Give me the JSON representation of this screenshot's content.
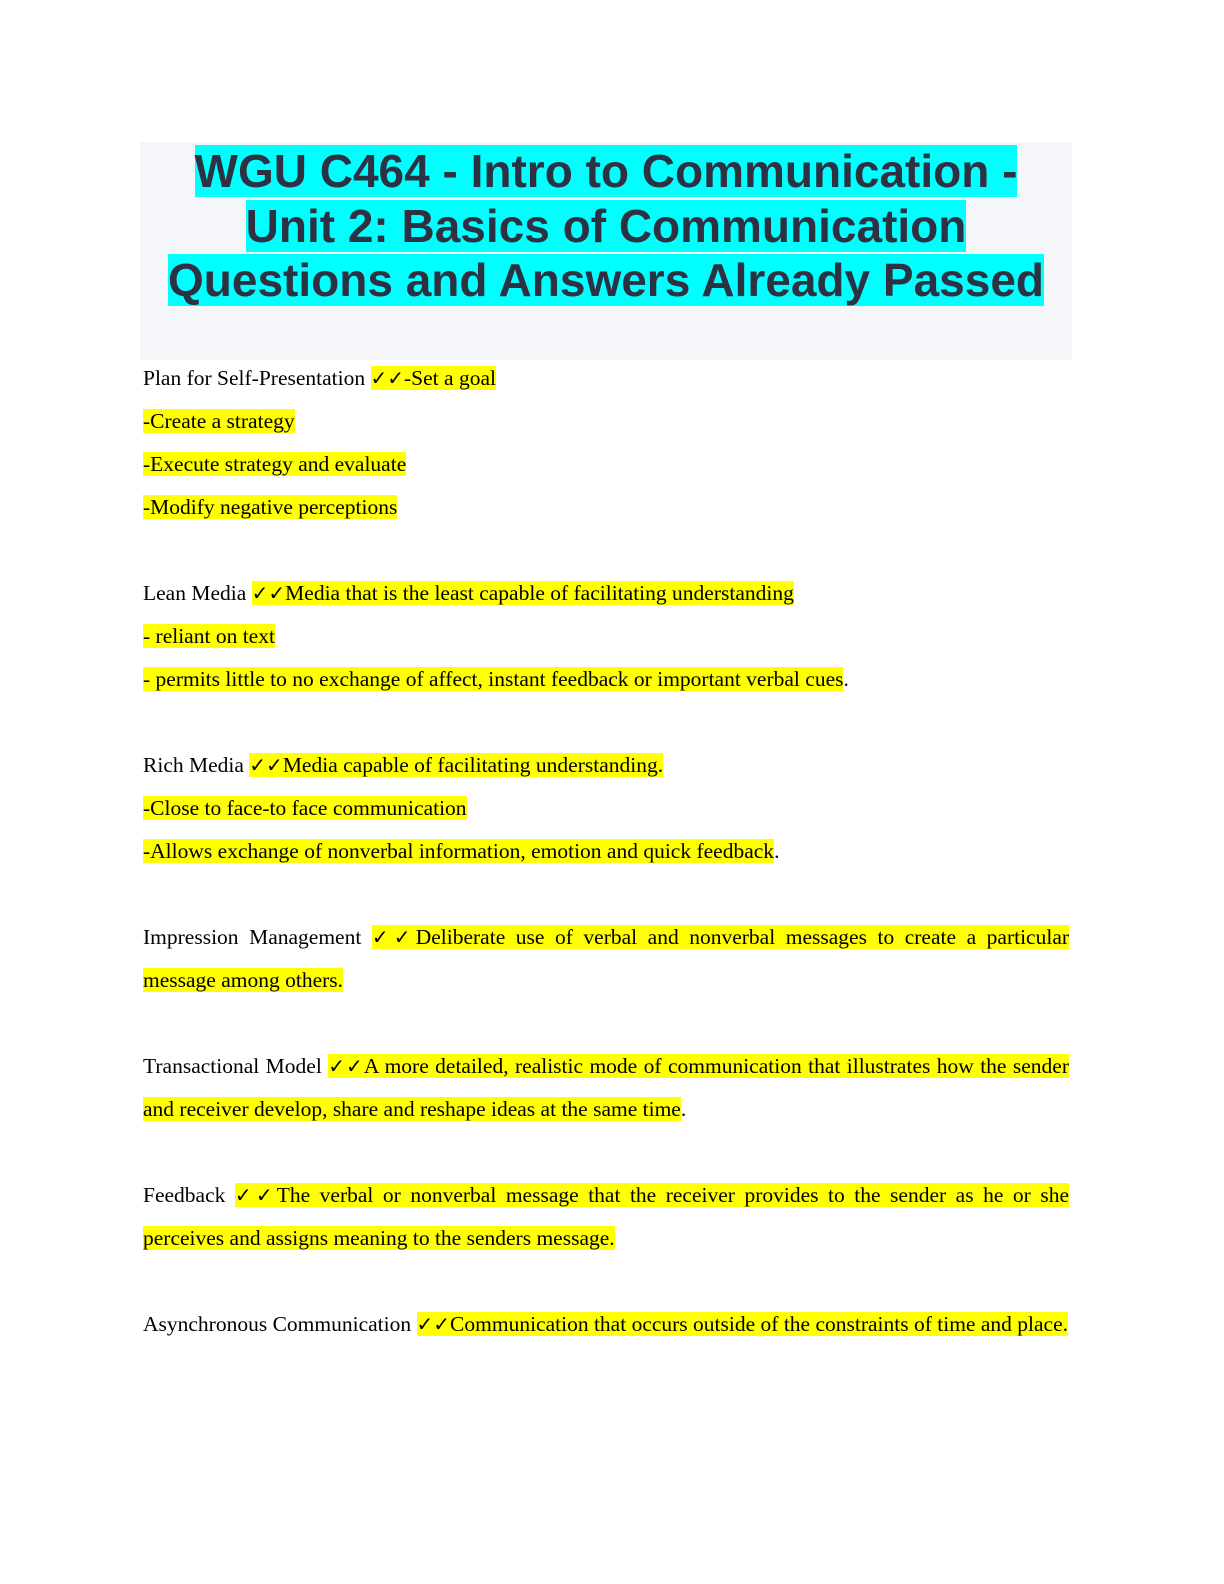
{
  "title": {
    "lines": [
      "WGU C464 - Intro to Communication -",
      "Unit 2: Basics of Communication",
      "Questions and Answers Already Passed"
    ]
  },
  "check_mark": "✓✓",
  "entries": [
    {
      "term": " Plan for Self-Presentation",
      "lines": [
        "-Set a goal",
        "-Create a strategy",
        "-Execute strategy and evaluate",
        "-Modify negative perceptions"
      ],
      "trail": ""
    },
    {
      "term": "Lean Media",
      "lines": [
        "Media that is the least capable of facilitating understanding",
        "- reliant on text",
        "- permits little to no exchange of affect, instant feedback or important verbal cues"
      ],
      "trail": "."
    },
    {
      "term": "Rich Media",
      "lines": [
        "Media capable of facilitating understanding.",
        "-Close to face-to face communication",
        "-Allows exchange of nonverbal information, emotion and quick feedback"
      ],
      "trail": "."
    },
    {
      "term": "Impression Management",
      "answer": "Deliberate use of verbal and nonverbal messages to create a particular message among others.",
      "trail": ""
    },
    {
      "term": "Transactional Model",
      "answer": "A more detailed, realistic mode of communication that illustrates how the sender and receiver develop, share and reshape ideas at the same time",
      "trail": "."
    },
    {
      "term": "Feedback",
      "answer": "The verbal or nonverbal message that the receiver provides to the sender as he or she perceives and assigns meaning to the senders message.",
      "trail": ""
    },
    {
      "term": "Asynchronous Communication",
      "answer": "Communication that occurs outside of the constraints of time and place.",
      "trail": ""
    }
  ]
}
